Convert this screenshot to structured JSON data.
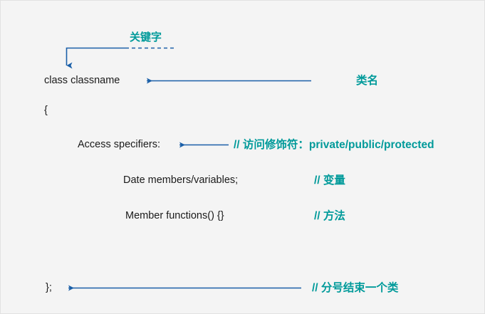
{
  "diagram": {
    "title": "C++ class declaration structure",
    "background_color": "#f4f4f4",
    "code_color": "#1a1a1a",
    "annotation_color": "#009a9a",
    "arrow_color": "#1a5fa8",
    "code_lines": [
      {
        "id": "class",
        "text": "class classname"
      },
      {
        "id": "open_brace",
        "text": "{"
      },
      {
        "id": "access",
        "text": "Access specifiers:"
      },
      {
        "id": "members",
        "text": "Date members/variables;"
      },
      {
        "id": "functions",
        "text": "Member functions() {}"
      },
      {
        "id": "close_brace",
        "text": "};"
      }
    ],
    "annotations": [
      {
        "id": "keyword",
        "text": "关键字"
      },
      {
        "id": "classname",
        "text": "类名"
      },
      {
        "id": "access",
        "text": "// 访问修饰符：private/public/protected"
      },
      {
        "id": "variable",
        "text": "// 变量"
      },
      {
        "id": "method",
        "text": "// 方法"
      },
      {
        "id": "semicolon",
        "text": "// 分号结束一个类"
      }
    ]
  }
}
